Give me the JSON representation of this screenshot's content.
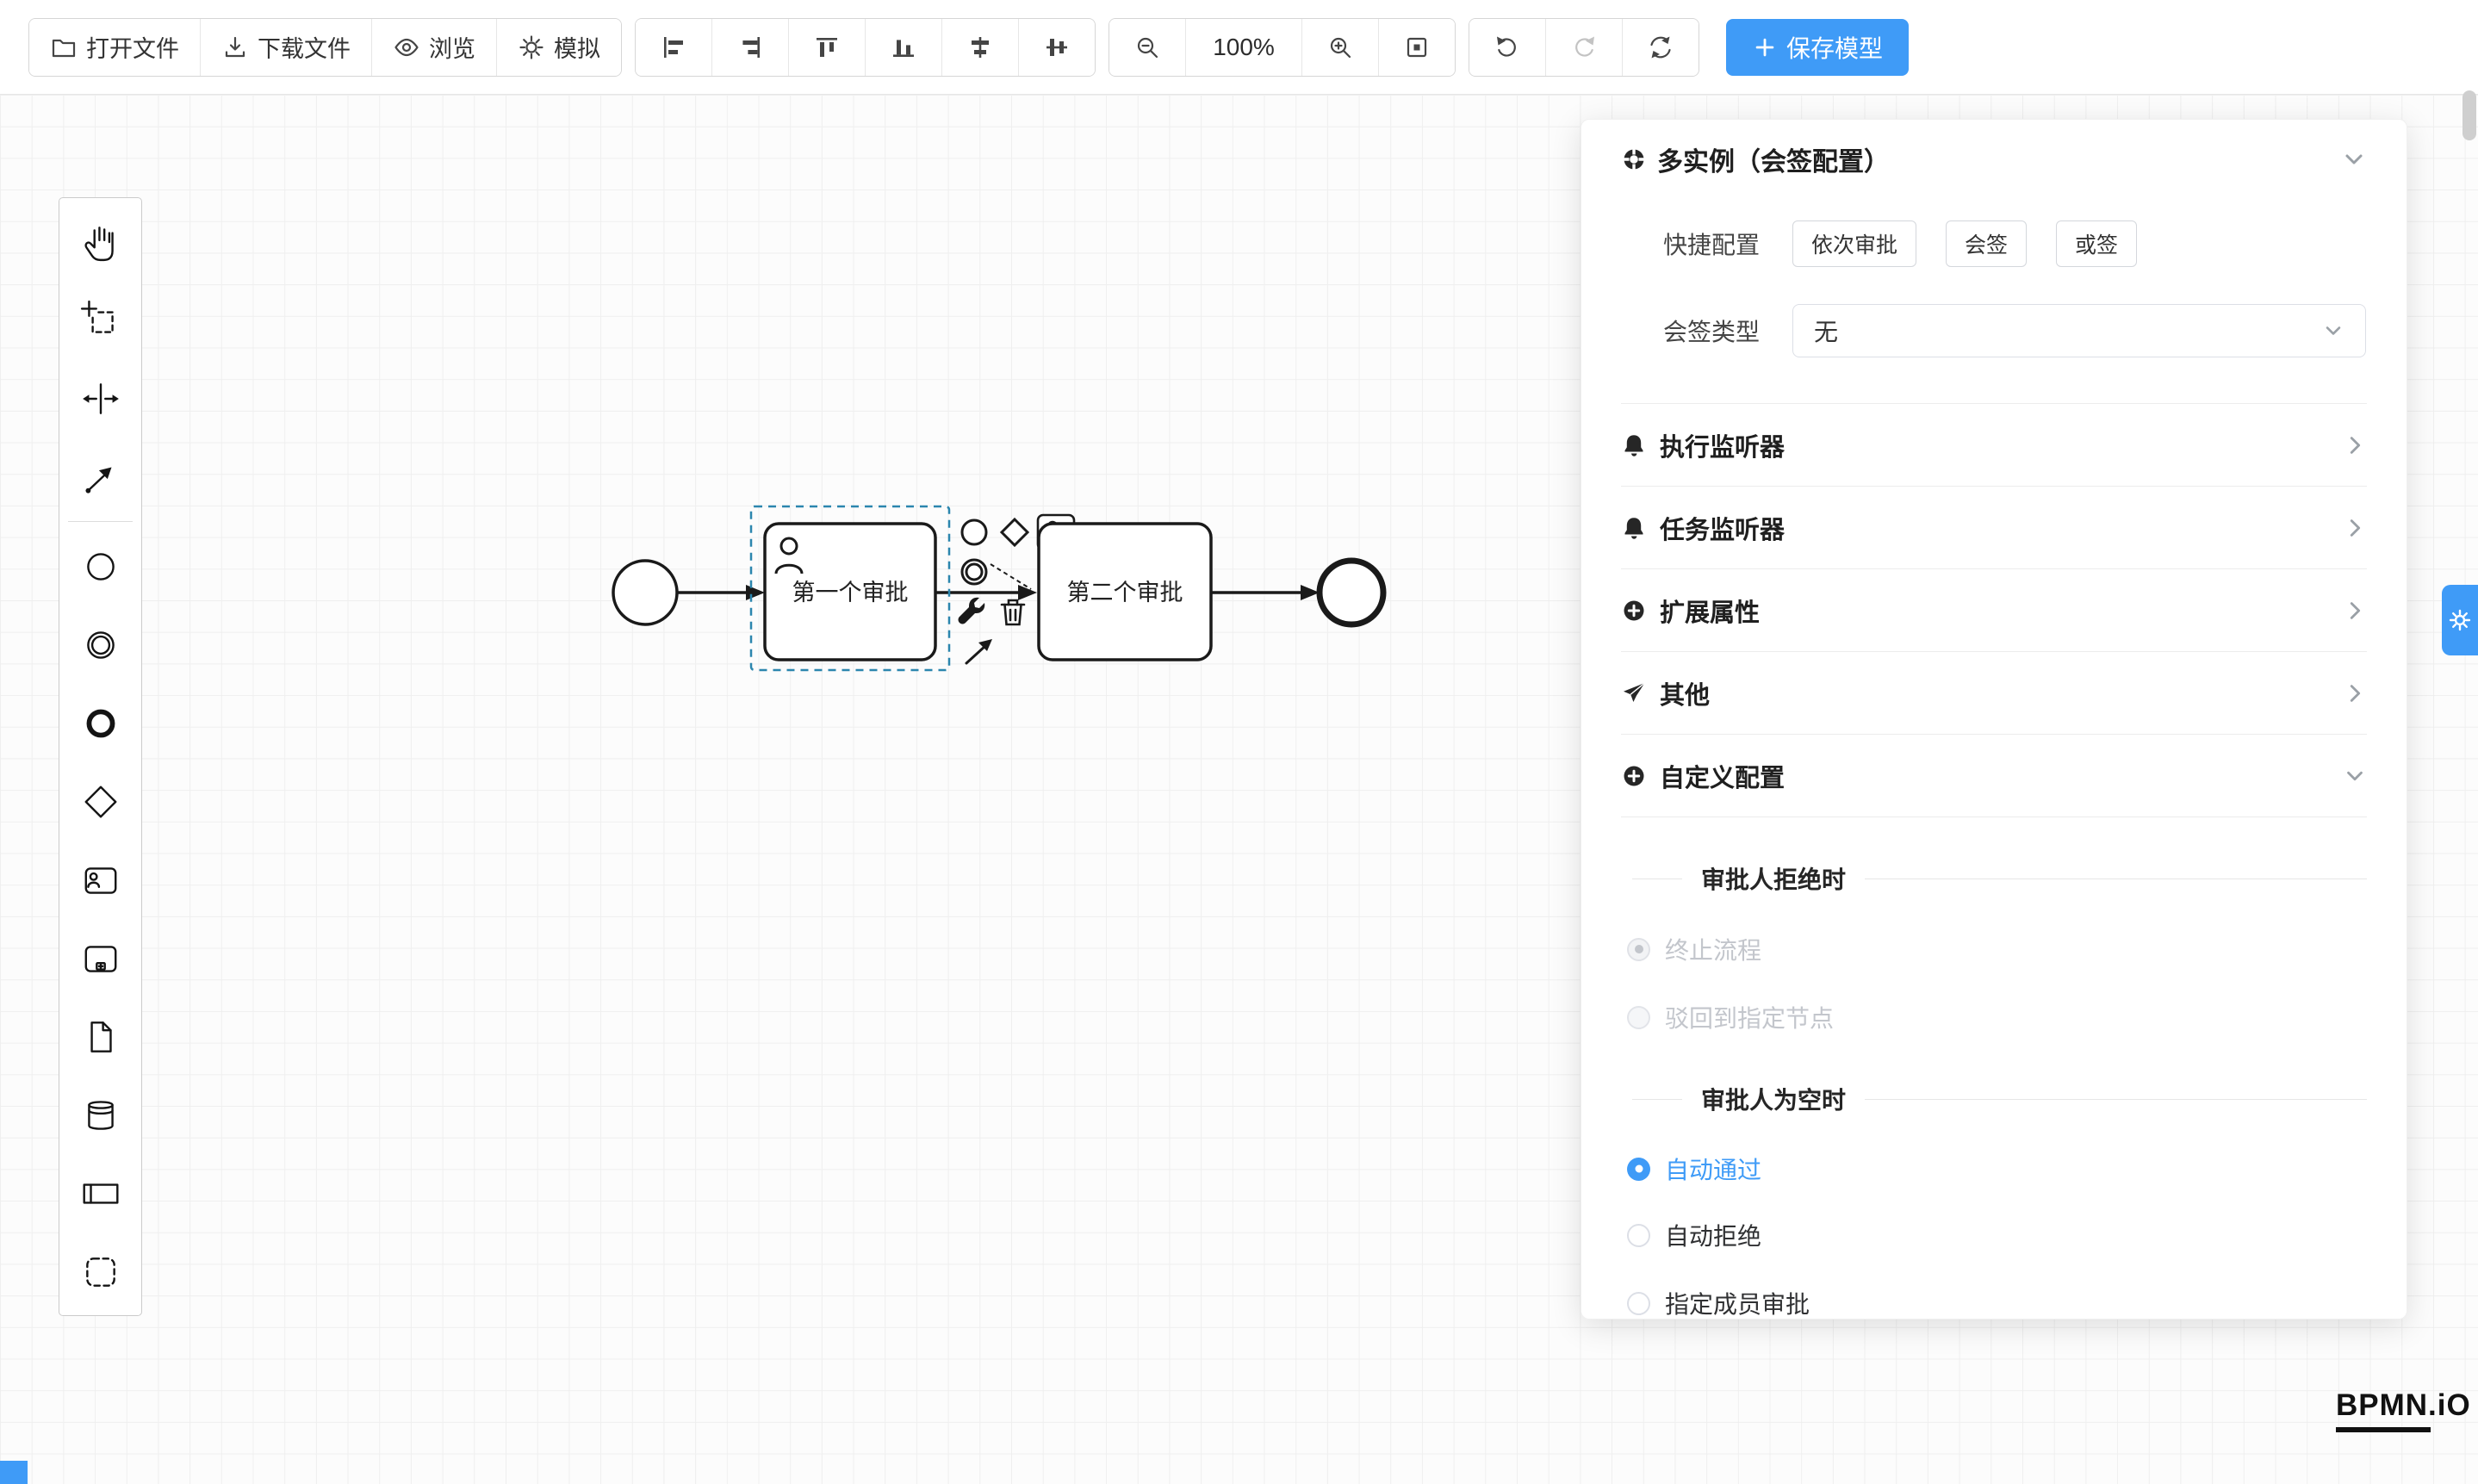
{
  "toolbar": {
    "open_file": "打开文件",
    "download_file": "下载文件",
    "preview": "浏览",
    "simulate": "模拟",
    "zoom_level": "100%",
    "save_model": "保存模型"
  },
  "palette_tools": [
    "hand-tool",
    "lasso-tool",
    "space-tool",
    "global-connect-tool",
    "create-start-event",
    "create-intermediate-event",
    "create-end-event",
    "create-gateway",
    "create-user-task",
    "create-subprocess",
    "create-data-object",
    "create-data-store",
    "create-participant",
    "create-group"
  ],
  "diagram": {
    "task1_label": "第一个审批",
    "task2_label": "第二个审批"
  },
  "panel": {
    "title": "多实例（会签配置）",
    "quick_config": {
      "label": "快捷配置",
      "opt1": "依次审批",
      "opt2": "会签",
      "opt3": "或签"
    },
    "sign_type": {
      "label": "会签类型",
      "value": "无"
    },
    "rows": {
      "exec": "执行监听器",
      "task": "任务监听器",
      "ext": "扩展属性",
      "other": "其他",
      "custom": "自定义配置"
    },
    "reject_section": {
      "title": "审批人拒绝时",
      "opt1": "终止流程",
      "opt2": "驳回到指定节点"
    },
    "empty_section": {
      "title": "审批人为空时",
      "opt1": "自动通过",
      "opt2": "自动拒绝",
      "opt3": "指定成员审批"
    }
  },
  "footer": {
    "logo": "BPMN.iO"
  },
  "colors": {
    "accent": "#3f9bf7",
    "selection_outline": "#2b86ae",
    "diagram_stroke": "#1a1a1a",
    "disabled_text": "#c3c6cc"
  }
}
